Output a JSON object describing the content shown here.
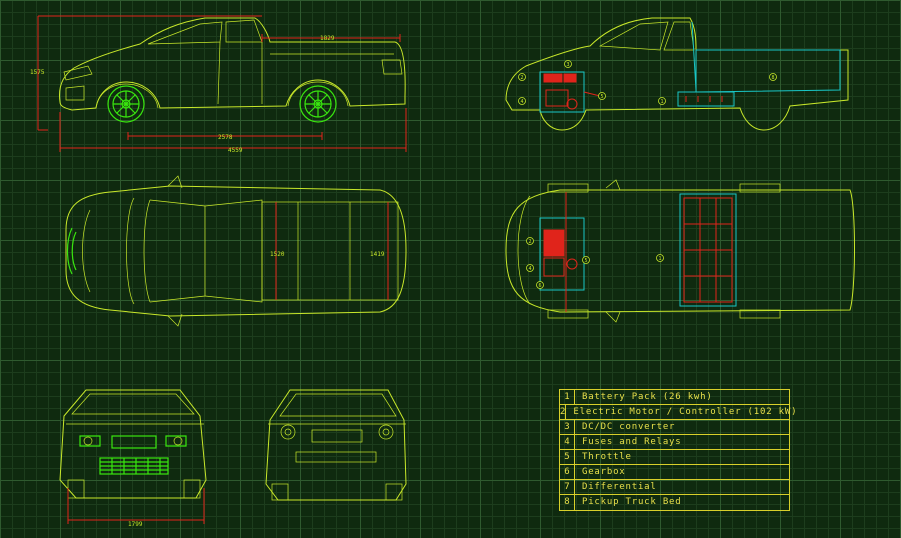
{
  "dimensions": {
    "bed_length": "1829",
    "overall_height": "1575",
    "wheelbase": "2578",
    "overall_length": "4559",
    "bed_width_front": "1520",
    "bed_width_rear": "1419",
    "overall_width": "1799"
  },
  "callouts": [
    "1",
    "2",
    "3",
    "4",
    "5",
    "6",
    "7",
    "8"
  ],
  "legend": [
    {
      "num": "1",
      "label": "Battery Pack (26 kwh)"
    },
    {
      "num": "2",
      "label": "Electric Motor / Controller (102 kW)"
    },
    {
      "num": "3",
      "label": "DC/DC converter"
    },
    {
      "num": "4",
      "label": "Fuses and Relays"
    },
    {
      "num": "5",
      "label": "Throttle"
    },
    {
      "num": "6",
      "label": "Gearbox"
    },
    {
      "num": "7",
      "label": "Differential"
    },
    {
      "num": "8",
      "label": "Pickup Truck Bed"
    }
  ],
  "colors": {
    "background": "#0f2a0f",
    "line": "#c8e82a",
    "wheel": "#39e60f",
    "component": "#e0241b",
    "outline": "#19c7c7"
  }
}
